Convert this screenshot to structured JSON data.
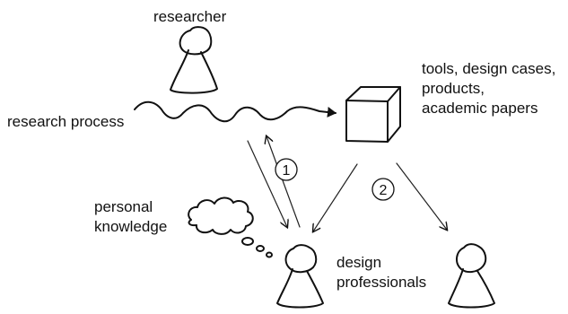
{
  "labels": {
    "researcher": "researcher",
    "research_process": "research process",
    "outputs": [
      "tools, design cases,",
      "products,",
      "academic papers"
    ],
    "personal_knowledge": [
      "personal",
      "knowledge"
    ],
    "design_professionals": [
      "design",
      "professionals"
    ],
    "step1": "1",
    "step2": "2"
  },
  "colors": {
    "ink": "#111111",
    "background": "#ffffff"
  }
}
